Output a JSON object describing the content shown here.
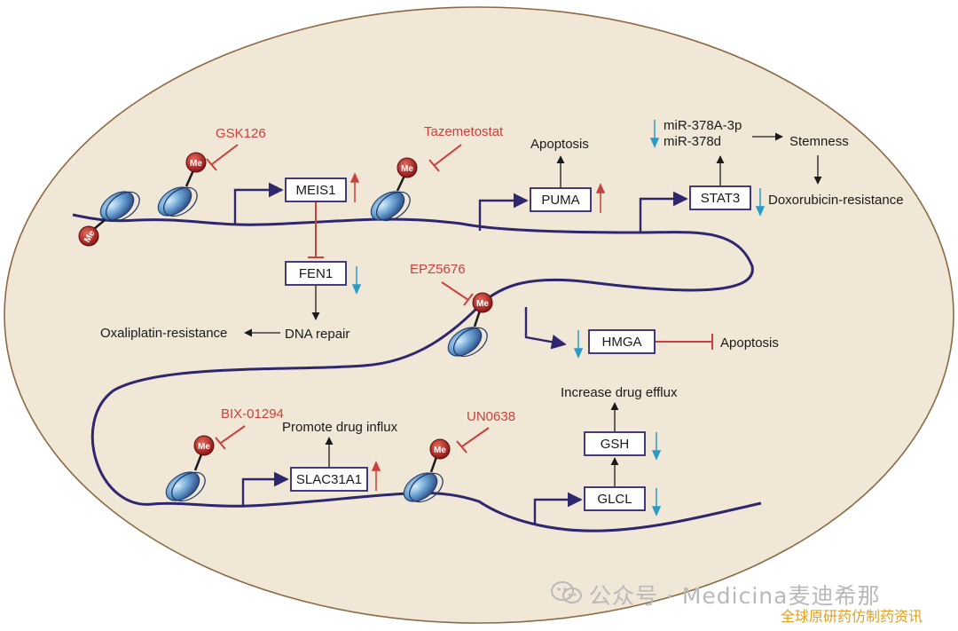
{
  "genes": {
    "meis1": "MEIS1",
    "fen1": "FEN1",
    "puma": "PUMA",
    "stat3": "STAT3",
    "hmga": "HMGA",
    "slac31a1": "SLAC31A1",
    "gsh": "GSH",
    "glcl": "GLCL"
  },
  "drugs": {
    "gsk126": "GSK126",
    "tazemetostat": "Tazemetostat",
    "epz5676": "EPZ5676",
    "bix01294": "BIX-01294",
    "un0638": "UN0638"
  },
  "outcomes": {
    "apoptosis_puma": "Apoptosis",
    "mir1": "miR-378A-3p",
    "mir2": "miR-378d",
    "stemness": "Stemness",
    "doxorubicin": "Doxorubicin-resistance",
    "oxaliplatin": "Oxaliplatin-resistance",
    "dna_repair": "DNA repair",
    "apoptosis_hmga": "Apoptosis",
    "drug_efflux": "Increase drug efflux",
    "drug_influx": "Promote drug influx"
  },
  "methyl_mark": "Me",
  "colors": {
    "cell_fill": "#f1e7d6",
    "cell_border": "#8a6a44",
    "dna": "#2e2770",
    "inhibitor": "#c8413c",
    "up_arrow": "#c8413c",
    "down_arrow": "#2a9bc4",
    "methyl": "#c42a2a"
  },
  "watermark": {
    "main": "公众号 · Medicina麦迪希那",
    "sub": "全球原研药仿制药资讯"
  }
}
